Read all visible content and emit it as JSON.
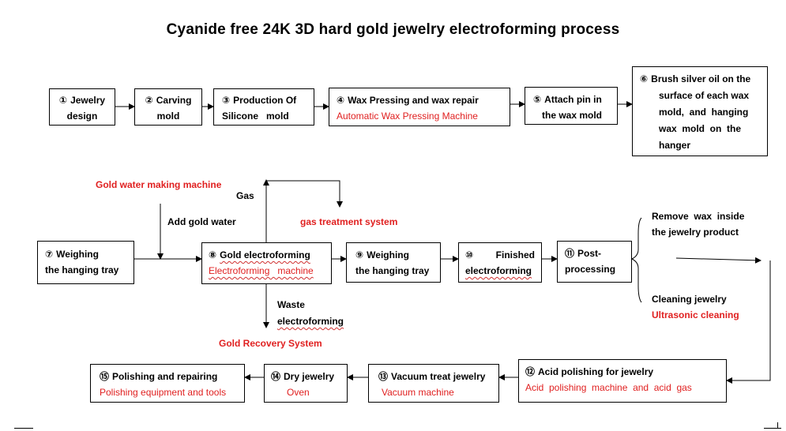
{
  "title": "Cyanide free 24K 3D hard gold jewelry electroforming process",
  "steps": {
    "s1": {
      "num": "①",
      "line1": "Jewelry",
      "line2": "design"
    },
    "s2": {
      "num": "②",
      "line1": "Carving",
      "line2": "mold"
    },
    "s3": {
      "num": "③",
      "line1": "Production Of",
      "line2": "Silicone   mold"
    },
    "s4": {
      "num": "④",
      "line1": "Wax Pressing and wax repair",
      "line2": "Automatic Wax Pressing Machine"
    },
    "s5": {
      "num": "⑤",
      "line1": "Attach pin in",
      "line2": "the wax mold"
    },
    "s6": {
      "num": "⑥",
      "line1": "Brush silver oil on the",
      "line2": "surface of each wax",
      "line3": "mold,  and  hanging",
      "line4": "wax  mold  on  the",
      "line5": "hanger"
    },
    "s7": {
      "num": "⑦",
      "line1": "Weighing",
      "line2": "the hanging tray"
    },
    "s8": {
      "num": "⑧",
      "line1": "Gold electroforming",
      "line2": "Electroforming   machine"
    },
    "s9": {
      "num": "⑨",
      "line1": "Weighing",
      "line2": "the hanging tray"
    },
    "s10": {
      "num": "⑩",
      "line1": "Finished",
      "line2": "electroforming"
    },
    "s11": {
      "num": "⑪",
      "line1": "Post-",
      "line2": "processing"
    },
    "s12": {
      "num": "⑫",
      "line1": "Acid polishing for jewelry",
      "line2": "Acid  polishing  machine  and  acid  gas"
    },
    "s13": {
      "num": "⑬",
      "line1": "Vacuum treat jewelry",
      "line2": "Vacuum machine"
    },
    "s14": {
      "num": "⑭",
      "line1": "Dry jewelry",
      "line2": "Oven"
    },
    "s15": {
      "num": "⑮",
      "line1": "Polishing and repairing",
      "line2": "Polishing equipment and tools"
    }
  },
  "labels": {
    "gold_water_machine": "Gold water making machine",
    "add_gold_water": "Add gold water",
    "gas": "Gas",
    "gas_treatment": "gas treatment system",
    "waste": "Waste",
    "waste_electroforming": "electroforming",
    "gold_recovery": "Gold Recovery System",
    "remove_wax_1": "Remove  wax  inside",
    "remove_wax_2": "the jewelry product",
    "cleaning_jewelry": "Cleaning jewelry",
    "ultrasonic_cleaning": "Ultrasonic cleaning"
  },
  "colors": {
    "accent_red": "#e02020",
    "line": "#000000"
  }
}
